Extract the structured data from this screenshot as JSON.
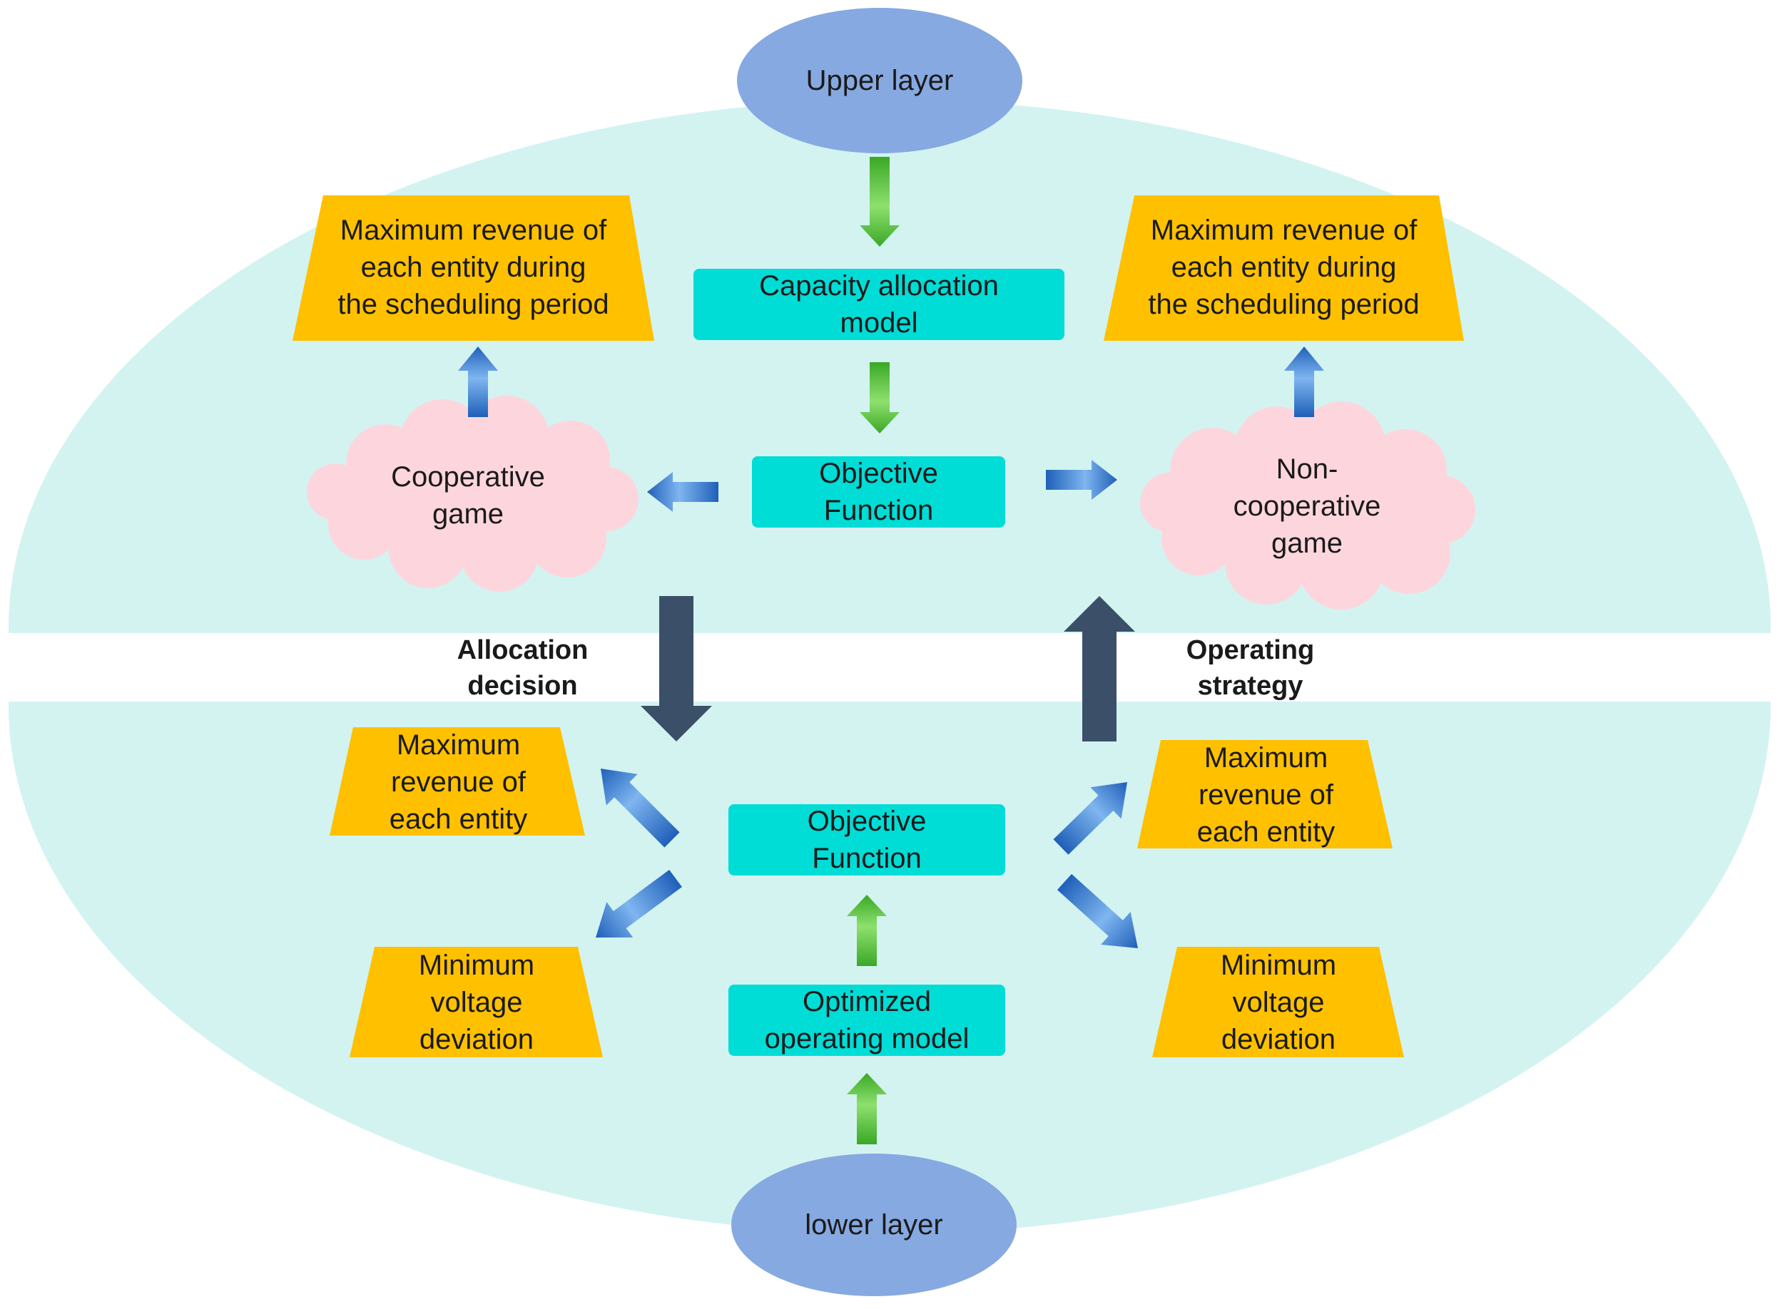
{
  "colors": {
    "background_ellipse": "#d3f3f1",
    "layer_ellipse": "#86a9e1",
    "model_box": "#00dcd6",
    "objective_box": "#00dcd6",
    "trapezoid": "#ffc000",
    "cloud": "#fdd6dd",
    "green_arrow": "#4fc038",
    "blue_arrow": "#2e7ad1",
    "dark_arrow": "#3b5068"
  },
  "upper": {
    "layer_label": "Upper layer",
    "model_label": "Capacity allocation\nmodel",
    "objective_label": "Objective\nFunction",
    "left_game": "Cooperative\ngame",
    "right_game": "Non-\ncooperative\ngame",
    "left_goal": "Maximum revenue of\neach entity during\nthe scheduling period",
    "right_goal": "Maximum revenue of\neach entity during\nthe scheduling period"
  },
  "links": {
    "down_label": "Allocation\ndecision",
    "up_label": "Operating\nstrategy"
  },
  "lower": {
    "layer_label": "lower layer",
    "model_label": "Optimized\noperating model",
    "objective_label": "Objective\nFunction",
    "left_revenue": "Maximum\nrevenue of\neach entity",
    "right_revenue": "Maximum\nrevenue of\neach entity",
    "left_voltage": "Minimum\nvoltage\ndeviation",
    "right_voltage": "Minimum\nvoltage\ndeviation"
  }
}
